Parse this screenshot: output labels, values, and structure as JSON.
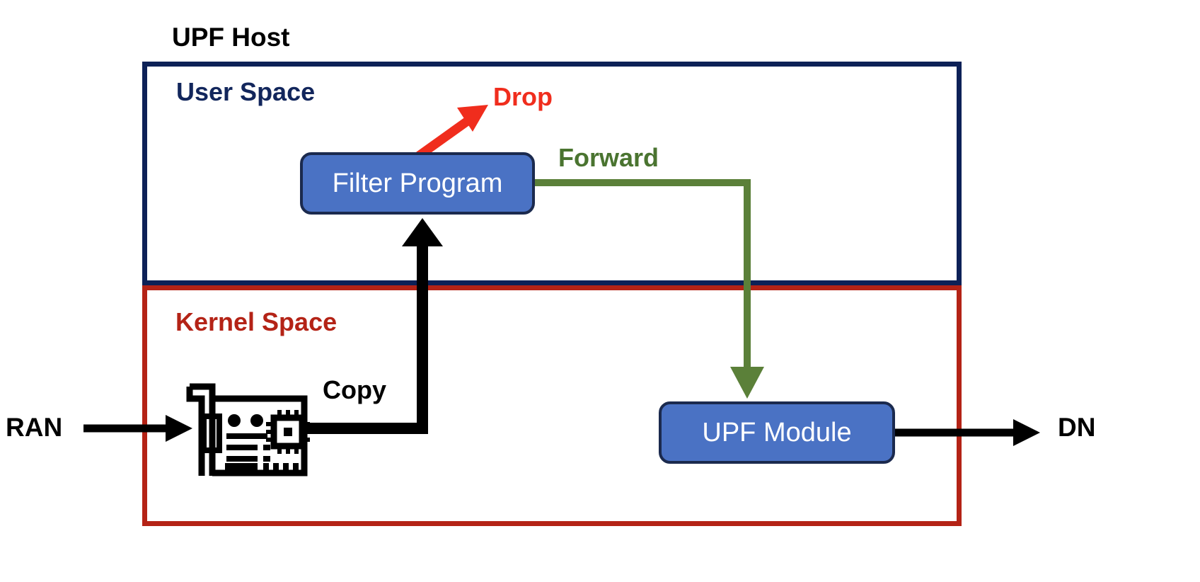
{
  "diagram": {
    "title": "UPF Host",
    "regions": [
      {
        "id": "user-space",
        "label": "User Space",
        "color": "#0d2157"
      },
      {
        "id": "kernel-space",
        "label": "Kernel Space",
        "color": "#b42316"
      }
    ],
    "nodes": [
      {
        "id": "filter-program",
        "label": "Filter Program",
        "fill": "#4a72c4",
        "stroke": "#1b2a4e",
        "region": "user-space"
      },
      {
        "id": "upf-module",
        "label": "UPF Module",
        "fill": "#4a72c4",
        "stroke": "#1b2a4e",
        "region": "kernel-space"
      }
    ],
    "endpoints": [
      {
        "id": "ran",
        "label": "RAN"
      },
      {
        "id": "dn",
        "label": "DN"
      }
    ],
    "icons": [
      {
        "id": "nic",
        "name": "network-interface-card-icon",
        "region": "kernel-space"
      }
    ],
    "flows": [
      {
        "id": "drop",
        "label": "Drop",
        "color": "#f02d1d",
        "from": "filter-program",
        "to": "drop"
      },
      {
        "id": "forward",
        "label": "Forward",
        "color": "#4a7430",
        "from": "filter-program",
        "to": "upf-module"
      },
      {
        "id": "copy",
        "label": "Copy",
        "color": "#000000",
        "from": "nic",
        "to": "filter-program"
      },
      {
        "id": "ingress",
        "label": "",
        "color": "#000000",
        "from": "ran",
        "to": "nic"
      },
      {
        "id": "egress",
        "label": "",
        "color": "#000000",
        "from": "upf-module",
        "to": "dn"
      }
    ]
  }
}
